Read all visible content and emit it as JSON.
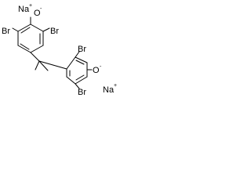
{
  "molecule": {
    "sodium_top": "Na",
    "sodium_top_charge": "+",
    "oxygen_top": "O",
    "oxygen_top_charge": "-",
    "bromine_top_left": "Br",
    "bromine_top_right": "Br",
    "bromine_bottom_top": "Br",
    "bromine_bottom_low": "Br",
    "oxygen_bottom": "O",
    "oxygen_bottom_charge": "-",
    "sodium_bottom": "Na",
    "sodium_bottom_charge": "+"
  }
}
